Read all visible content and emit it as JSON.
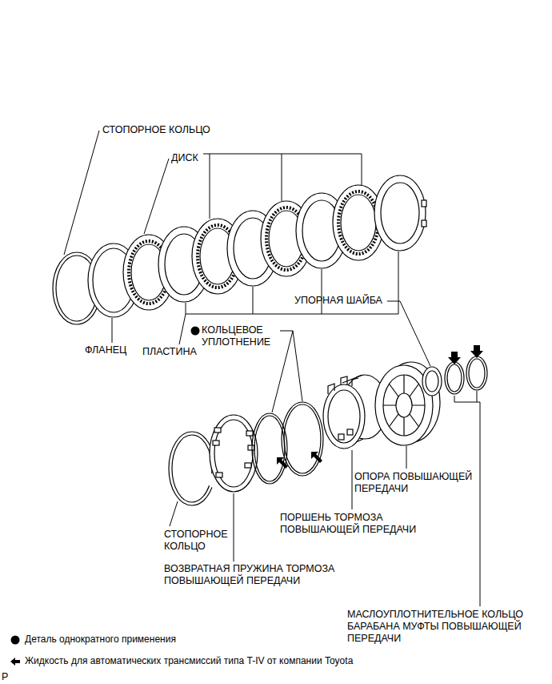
{
  "diagram": {
    "labels": [
      "СТОПОРНОЕ КОЛЬЦО",
      "ДИСК",
      "ФЛАНЕЦ",
      "ПЛАСТИНА",
      "КОЛЬЦЕВОЕ УПЛОТНЕНИЕ",
      "УПОРНАЯ ШАЙБА",
      "ОПОРА ПОВЫШАЮЩЕЙ ПЕРЕДАЧИ",
      "ПОРШЕНЬ ТОРМОЗА ПОВЫШАЮЩЕЙ ПЕРЕДАЧИ",
      "СТОПОРНОЕ КОЛЬЦО",
      "ВОЗВРАТНАЯ ПРУЖИНА ТОРМОЗА ПОВЫШАЮЩЕЙ ПЕРЕДАЧИ",
      "МАСЛОУПЛОТНИТЕЛЬНОЕ КОЛЬЦО БАРАБАНА МУФТЫ ПОВЫШАЮЩЕЙ ПЕРЕДАЧИ",
      "P"
    ],
    "legend": [
      {
        "text": "Деталь однократного применения"
      },
      {
        "text": "Жидкость для автоматических трансмиссий типа T-IV от компании Toyota"
      }
    ]
  }
}
